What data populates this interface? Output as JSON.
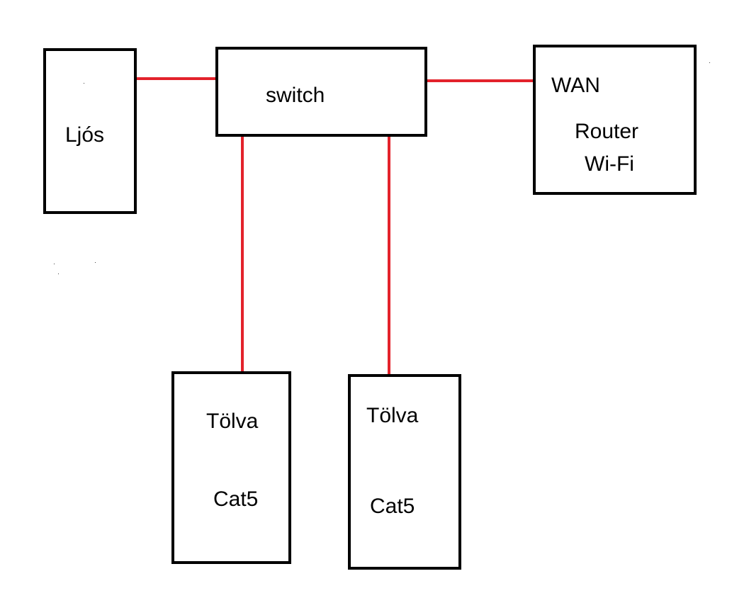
{
  "colors": {
    "box_border": "#000000",
    "connection": "#e3222b",
    "background": "#ffffff"
  },
  "nodes": {
    "ljos": {
      "label": "Ljós"
    },
    "switch": {
      "label": "switch"
    },
    "router": {
      "wan_label": "WAN",
      "router_label": "Router",
      "wifi_label": "Wi-Fi"
    },
    "tolva1": {
      "label": "Tölva",
      "cable_label": "Cat5"
    },
    "tolva2": {
      "label": "Tölva",
      "cable_label": "Cat5"
    }
  },
  "edges": [
    {
      "from": "ljos",
      "to": "switch"
    },
    {
      "from": "switch",
      "to": "router"
    },
    {
      "from": "switch",
      "to": "tolva1"
    },
    {
      "from": "switch",
      "to": "tolva2"
    }
  ]
}
